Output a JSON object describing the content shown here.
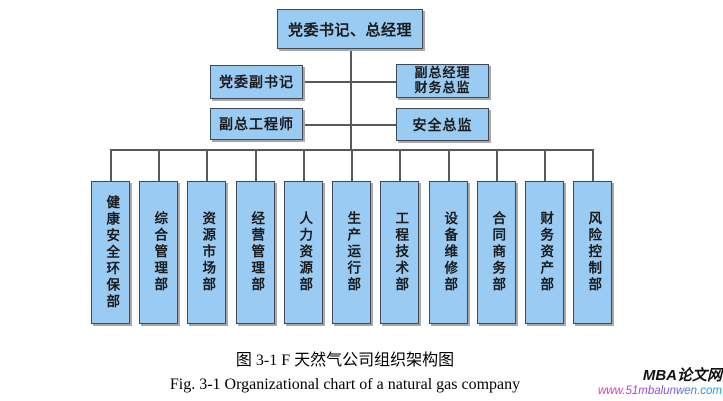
{
  "org": {
    "root": "党委书记、总经理",
    "deputy_party_secretary": "党委副书记",
    "deputy_gm_cfo_line1": "副总经理",
    "deputy_gm_cfo_line2": "财务总监",
    "deputy_chief_engineer": "副总工程师",
    "safety_director": "安全总监",
    "departments": [
      "健康安全环保部",
      "综合管理部",
      "资源市场部",
      "经营管理部",
      "人力资源部",
      "生产运行部",
      "工程技术部",
      "设备维修部",
      "合同商务部",
      "财务资产部",
      "风险控制部"
    ]
  },
  "caption": {
    "zh": "图 3-1 F 天然气公司组织架构图",
    "en": "Fig. 3-1 Organizational chart of a natural gas company"
  },
  "watermark": {
    "site": "MBA论文网",
    "url": "www.51mbalunwen.com"
  },
  "colors": {
    "box_fill": "#9ACBF3",
    "box_border": "#3E4A57",
    "line": "#595959",
    "text": "#1A1A1A",
    "url_gradient_start": "#E23A9D",
    "url_gradient_mid": "#8A4BD4",
    "url_gradient_end": "#00AADF"
  }
}
